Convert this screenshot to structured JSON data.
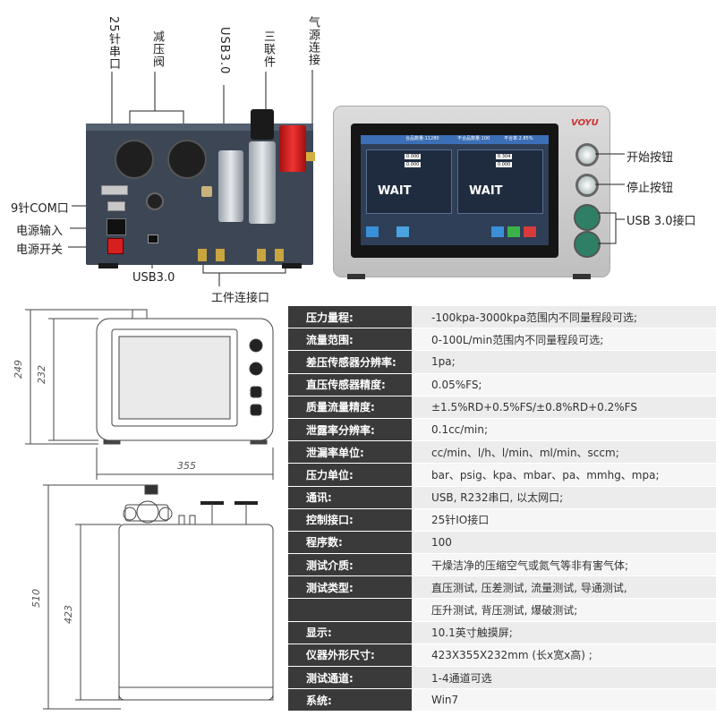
{
  "labels": {
    "port25": "25针串口",
    "reducer": "减压阀",
    "usb_top": "USB3.0",
    "triple": "三联件",
    "air": "气源连接",
    "com9": "9针COM口",
    "power_in": "电源输入",
    "power_switch": "电源开关",
    "usb_bottom": "USB3.0",
    "work_ports": "工件连接口",
    "start_btn": "开始按钮",
    "stop_btn": "停止按钮",
    "usb_right": "USB 3.0接口"
  },
  "screen": {
    "brand": "VOYU",
    "good_count": "合品数量:11280",
    "bad_count": "不合品数量:100",
    "bad_rate": "不合率:2.85%",
    "wait_left": "WAIT",
    "wait_right": "WAIT",
    "val1": "0.000",
    "val2": "0.000",
    "val3": "0.304",
    "val4": "0.000"
  },
  "dimensions": {
    "height_outer": "249",
    "height_inner": "232",
    "width": "355",
    "height_side_outer": "510",
    "height_side_inner": "423"
  },
  "specs": [
    {
      "k": "压力量程:",
      "v": "-100kpa-3000kpa范围内不同量程段可选;"
    },
    {
      "k": "流量范围:",
      "v": "0-100L/min范围内不同量程段可选;"
    },
    {
      "k": "差压传感器分辨率:",
      "v": "1pa;"
    },
    {
      "k": "直压传感器精度:",
      "v": "0.05%FS;"
    },
    {
      "k": "质量流量精度:",
      "v": "±1.5%RD+0.5%FS/±0.8%RD+0.2%FS"
    },
    {
      "k": "泄露率分辨率:",
      "v": "0.1cc/min;"
    },
    {
      "k": "泄漏率单位:",
      "v": "cc/min、l/h、l/min、ml/min、sccm;"
    },
    {
      "k": "压力单位:",
      "v": "bar、psig、kpa、mbar、pa、mmhg、mpa;"
    },
    {
      "k": "通讯:",
      "v": "USB, R232串口, 以太网口;"
    },
    {
      "k": "控制接口:",
      "v": "25针IO接口"
    },
    {
      "k": "程序数:",
      "v": "100"
    },
    {
      "k": "测试介质:",
      "v": "干燥洁净的压缩空气或氮气等非有害气体;"
    },
    {
      "k": "测试类型:",
      "v": "直压测试, 压差测试, 流量测试, 导通测试,"
    },
    {
      "k": "",
      "v": "压升测试, 背压测试, 爆破测试;"
    },
    {
      "k": "显示:",
      "v": "10.1英寸触摸屏;"
    },
    {
      "k": "仪器外形尺寸:",
      "v": "423X355X232mm (长x宽x高) ;"
    },
    {
      "k": "测试通道:",
      "v": "1-4通道可选"
    },
    {
      "k": "系统:",
      "v": "Win7"
    }
  ]
}
